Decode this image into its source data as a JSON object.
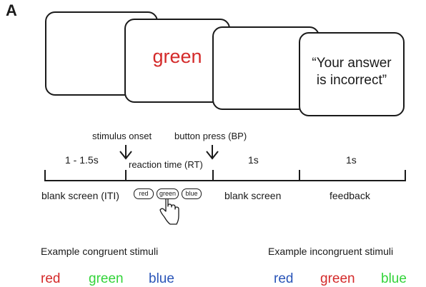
{
  "panel_label": "A",
  "screens": {
    "stimulus_word": "green",
    "feedback_line1": "“Your answer",
    "feedback_line2": "is incorrect”"
  },
  "timeline": {
    "stimulus_onset": "stimulus onset",
    "button_press": "button press (BP)",
    "iti_duration": "1 - 1.5s",
    "reaction_time": "reaction time (RT)",
    "blank_duration": "1s",
    "feedback_duration": "1s",
    "phase_iti": "blank screen (ITI)",
    "phase_blank": "blank screen",
    "phase_feedback": "feedback"
  },
  "response_buttons": [
    "red",
    "green",
    "blue"
  ],
  "congruent": {
    "heading": "Example congruent stimuli",
    "words": [
      "red",
      "green",
      "blue"
    ]
  },
  "incongruent": {
    "heading": "Example incongruent stimuli",
    "words": [
      "red",
      "green",
      "blue"
    ]
  },
  "colors": {
    "red": "#d42a2a",
    "green": "#33d43a",
    "blue": "#2a55b8",
    "line": "#1a1a1a"
  }
}
